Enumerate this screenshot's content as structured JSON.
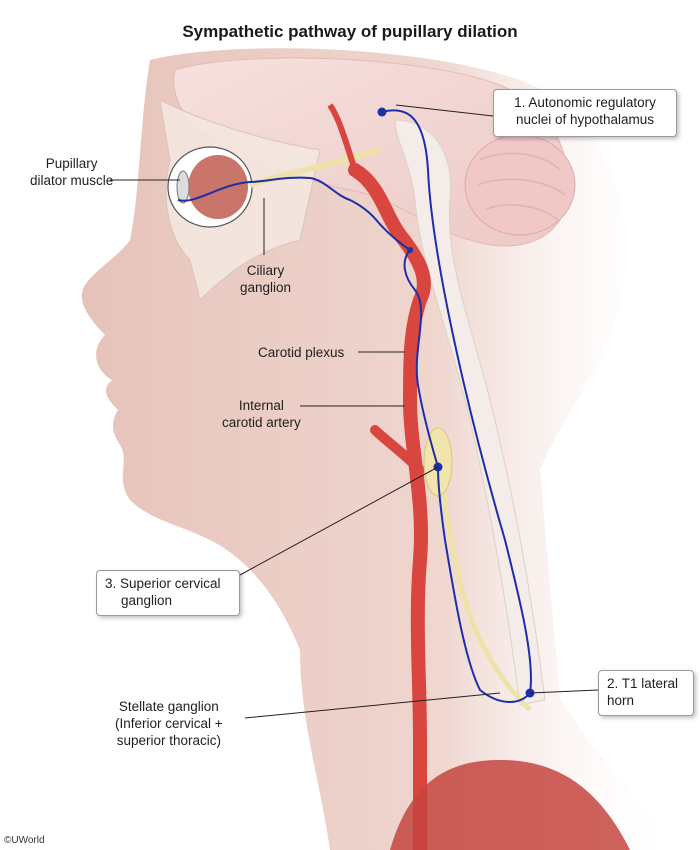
{
  "title": "Sympathetic pathway of pupillary dilation",
  "labels": {
    "pupillary_dilator": [
      "Pupillary",
      "dilator muscle"
    ],
    "ciliary_ganglion": [
      "Ciliary",
      "ganglion"
    ],
    "carotid_plexus": "Carotid plexus",
    "internal_carotid": [
      "Internal",
      "carotid artery"
    ],
    "stellate_ganglion": [
      "Stellate ganglion",
      "(Inferior cervical +",
      "superior thoracic)"
    ]
  },
  "boxes": {
    "hypothalamus": [
      "1. Autonomic regulatory",
      "nuclei of hypothalamus"
    ],
    "t1_horn": [
      "2. T1 lateral",
      "horn"
    ],
    "superior_cervical": [
      "3. Superior cervical",
      "ganglion"
    ]
  },
  "copyright": "©UWorld",
  "colors": {
    "pathway": "#1d2fa8",
    "artery": "#d9463f",
    "nerve": "#efe2a8",
    "skin": "#e8c9c0",
    "brain": "#f2d6d4"
  }
}
